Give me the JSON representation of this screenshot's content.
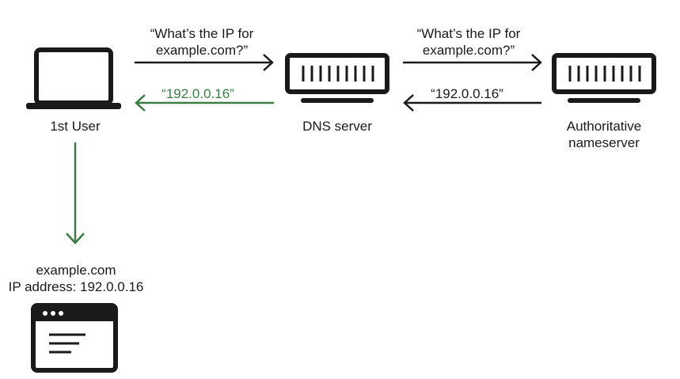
{
  "nodes": {
    "user": {
      "label": "1st User"
    },
    "dns": {
      "label": "DNS server"
    },
    "auth": {
      "label_line1": "Authoritative",
      "label_line2": "nameserver"
    },
    "website": {
      "label_line1": "example.com",
      "label_line2": "IP address: 192.0.0.16"
    }
  },
  "messages": {
    "query1": {
      "line1": "“What’s the IP for",
      "line2": "example.com?”"
    },
    "query2": {
      "line1": "“What’s the IP for",
      "line2": "example.com?”"
    },
    "answer_from_auth": {
      "text": "“192.0.0.16”"
    },
    "answer_to_user": {
      "text": "“192.0.0.16”"
    }
  },
  "colors": {
    "stroke": "#1a1a1a",
    "answer": "#3a7d44"
  }
}
